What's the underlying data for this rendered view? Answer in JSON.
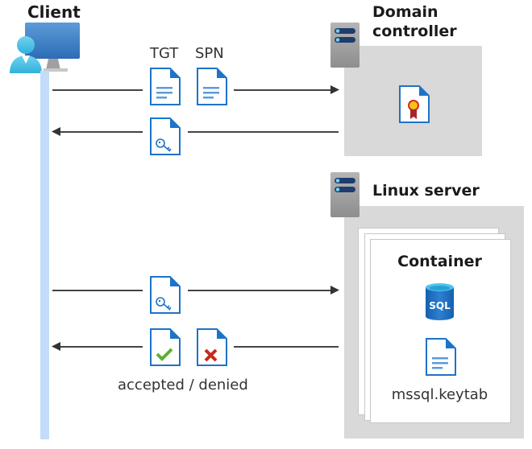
{
  "client": {
    "title": "Client",
    "icon": "user-computer-icon"
  },
  "domain_controller": {
    "title_line1": "Domain",
    "title_line2": "controller",
    "icon": "server-icon",
    "content_icon": "certificate-icon"
  },
  "linux_server": {
    "title": "Linux server",
    "icon": "server-icon"
  },
  "container": {
    "title": "Container",
    "sql_icon_text": "SQL",
    "keytab_label": "mssql.keytab"
  },
  "messages": {
    "tgt_label": "TGT",
    "spn_label": "SPN",
    "result_label": "accepted / denied"
  },
  "colors": {
    "lifeline": "#c3dcf9",
    "box": "#d9d9d9",
    "doc_blue": "#1e73c8",
    "accept": "#5db035",
    "deny": "#c42b1c"
  }
}
